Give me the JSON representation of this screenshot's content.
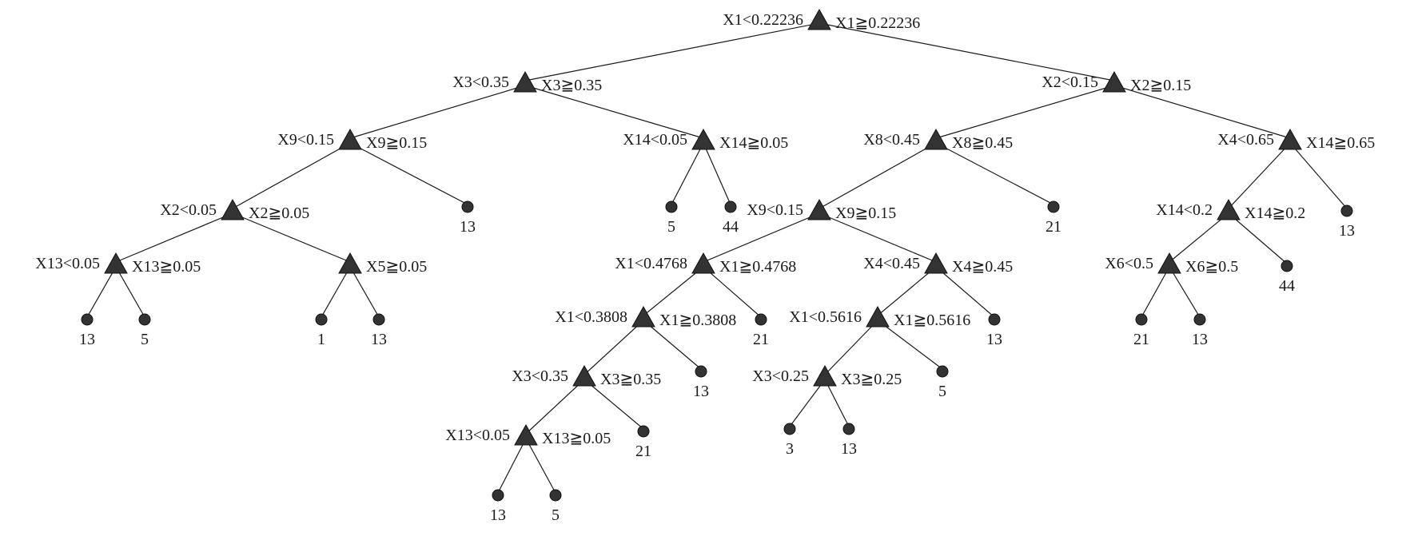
{
  "tree": {
    "nodes": {
      "n1": {
        "type": "split",
        "left_rule": "X1<0.22236",
        "right_rule": "X1≧0.22236"
      },
      "n2": {
        "type": "split",
        "left_rule": "X3<0.35",
        "right_rule": "X3≧0.35"
      },
      "n3": {
        "type": "split",
        "left_rule": "X2<0.15",
        "right_rule": "X2≧0.15"
      },
      "n4": {
        "type": "split",
        "left_rule": "X9<0.15",
        "right_rule": "X9≧0.15"
      },
      "n5": {
        "type": "split",
        "left_rule": "X14<0.05",
        "right_rule": "X14≧0.05"
      },
      "n6": {
        "type": "split",
        "left_rule": "X8<0.45",
        "right_rule": "X8≧0.45"
      },
      "n7": {
        "type": "split",
        "left_rule": "X4<0.65",
        "right_rule": "X14≧0.65"
      },
      "n8": {
        "type": "split",
        "left_rule": "X2<0.05",
        "right_rule": "X2≧0.05"
      },
      "n9": {
        "type": "split",
        "left_rule": "X9<0.15",
        "right_rule": "X9≧0.15"
      },
      "n10": {
        "type": "split",
        "left_rule": "X14<0.2",
        "right_rule": "X14≧0.2"
      },
      "n11": {
        "type": "split",
        "left_rule": "X13<0.05",
        "right_rule": "X13≧0.05"
      },
      "n12": {
        "type": "split",
        "left_rule": "",
        "right_rule": "X5≧0.05"
      },
      "n13": {
        "type": "split",
        "left_rule": "X1<0.4768",
        "right_rule": "X1≧0.4768"
      },
      "n14": {
        "type": "split",
        "left_rule": "X4<0.45",
        "right_rule": "X4≧0.45"
      },
      "n15": {
        "type": "split",
        "left_rule": "X6<0.5",
        "right_rule": "X6≧0.5"
      },
      "n16": {
        "type": "split",
        "left_rule": "X1<0.3808",
        "right_rule": "X1≧0.3808"
      },
      "n17": {
        "type": "split",
        "left_rule": "X1<0.5616",
        "right_rule": "X1≧0.5616"
      },
      "n18": {
        "type": "split",
        "left_rule": "X3<0.35",
        "right_rule": "X3≧0.35"
      },
      "n19": {
        "type": "split",
        "left_rule": "X3<0.25",
        "right_rule": "X3≧0.25"
      },
      "n20": {
        "type": "split",
        "left_rule": "X13<0.05",
        "right_rule": "X13≧0.05"
      },
      "l1": {
        "type": "leaf",
        "value": "13"
      },
      "l2": {
        "type": "leaf",
        "value": "5"
      },
      "l3": {
        "type": "leaf",
        "value": "44"
      },
      "l4": {
        "type": "leaf",
        "value": "21"
      },
      "l5": {
        "type": "leaf",
        "value": "13"
      },
      "l6": {
        "type": "leaf",
        "value": "44"
      },
      "l7": {
        "type": "leaf",
        "value": "13"
      },
      "l8": {
        "type": "leaf",
        "value": "5"
      },
      "l9": {
        "type": "leaf",
        "value": "1"
      },
      "l10": {
        "type": "leaf",
        "value": "13"
      },
      "l11": {
        "type": "leaf",
        "value": "21"
      },
      "l12": {
        "type": "leaf",
        "value": "13"
      },
      "l13": {
        "type": "leaf",
        "value": "21"
      },
      "l14": {
        "type": "leaf",
        "value": "13"
      },
      "l15": {
        "type": "leaf",
        "value": "13"
      },
      "l16": {
        "type": "leaf",
        "value": "5"
      },
      "l17": {
        "type": "leaf",
        "value": "21"
      },
      "l18": {
        "type": "leaf",
        "value": "3"
      },
      "l19": {
        "type": "leaf",
        "value": "13"
      },
      "l20": {
        "type": "leaf",
        "value": "13"
      },
      "l21": {
        "type": "leaf",
        "value": "5"
      }
    },
    "edges": [
      [
        "n1",
        "n2"
      ],
      [
        "n1",
        "n3"
      ],
      [
        "n2",
        "n4"
      ],
      [
        "n2",
        "n5"
      ],
      [
        "n3",
        "n6"
      ],
      [
        "n3",
        "n7"
      ],
      [
        "n4",
        "n8"
      ],
      [
        "n4",
        "l1"
      ],
      [
        "n5",
        "l2"
      ],
      [
        "n5",
        "l3"
      ],
      [
        "n6",
        "n9"
      ],
      [
        "n6",
        "l4"
      ],
      [
        "n7",
        "n10"
      ],
      [
        "n7",
        "l5"
      ],
      [
        "n8",
        "n11"
      ],
      [
        "n8",
        "n12"
      ],
      [
        "n9",
        "n13"
      ],
      [
        "n9",
        "n14"
      ],
      [
        "n10",
        "n15"
      ],
      [
        "n10",
        "l6"
      ],
      [
        "n11",
        "l7"
      ],
      [
        "n11",
        "l8"
      ],
      [
        "n12",
        "l9"
      ],
      [
        "n12",
        "l10"
      ],
      [
        "n13",
        "n16"
      ],
      [
        "n13",
        "l11"
      ],
      [
        "n14",
        "n17"
      ],
      [
        "n14",
        "l12"
      ],
      [
        "n15",
        "l13"
      ],
      [
        "n15",
        "l14"
      ],
      [
        "n16",
        "n18"
      ],
      [
        "n16",
        "l15"
      ],
      [
        "n17",
        "n19"
      ],
      [
        "n17",
        "l16"
      ],
      [
        "n18",
        "n20"
      ],
      [
        "n18",
        "l17"
      ],
      [
        "n19",
        "l18"
      ],
      [
        "n19",
        "l19"
      ],
      [
        "n20",
        "l20"
      ],
      [
        "n20",
        "l21"
      ]
    ]
  }
}
